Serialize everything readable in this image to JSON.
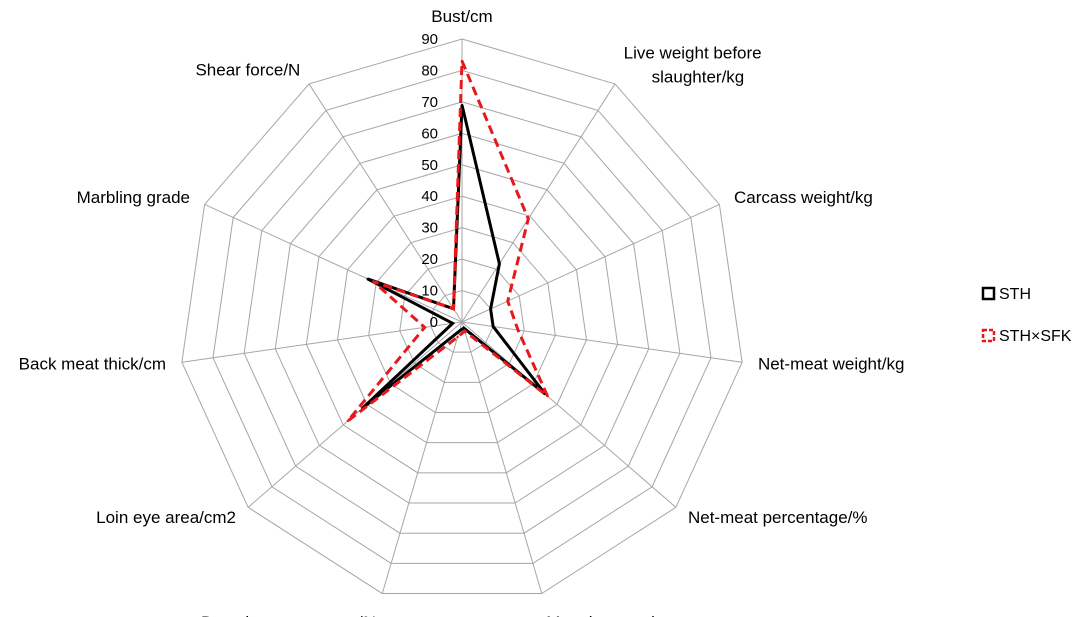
{
  "chart_data": {
    "type": "radar",
    "axes": [
      "Bust/cm",
      "Live weight before\nslaughter/kg",
      "Carcass weight/kg",
      "Net-meat weight/kg",
      "Net-meat percentage/%",
      "Meat bone ratio",
      "Dressing percentage/%",
      "Loin eye area/cm2",
      "Back meat thick/cm",
      "Marbling grade",
      "Shear force/N"
    ],
    "r_ticks": [
      0,
      10,
      20,
      30,
      40,
      50,
      60,
      70,
      80,
      90
    ],
    "rlim": [
      0,
      90
    ],
    "series": [
      {
        "name": "STH",
        "color": "#000000",
        "dash": "solid",
        "values": [
          69,
          22,
          10,
          10,
          35,
          2,
          3,
          42,
          3,
          33,
          5
        ]
      },
      {
        "name": "STH×SFK",
        "color": "#e8191c",
        "dash": "dashed",
        "values": [
          83,
          39,
          16,
          18,
          36,
          3,
          5,
          48,
          12,
          31,
          5
        ]
      }
    ],
    "legend": {
      "position": "right"
    },
    "grid": true
  }
}
